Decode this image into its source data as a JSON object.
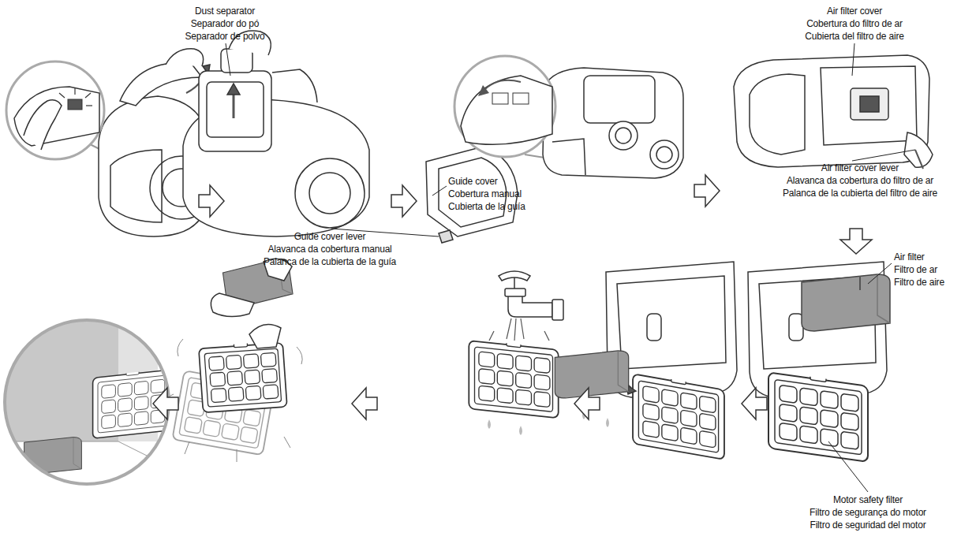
{
  "diagram": {
    "labels": [
      "Dust separator",
      "Separador do pó",
      "Separador de polvo",
      "Guide cover",
      "Cobertura manual",
      "Cubierta de la guía",
      "Guide cover lever",
      "Alavanca da cobertura manual",
      "Palanca de la cubierta de la guía",
      "Air filter cover",
      "Cobertura do filtro de ar",
      "Cubierta del filtro de aire",
      "Air filter cover lever",
      "Alavanca da cobertura do filtro de ar",
      "Palanca de la cubierta del filtro de aire",
      "Air filter",
      "Filtro de ar",
      "Filtro de aire",
      "Motor safety filter",
      "Filtro de segurança do motor",
      "Filtro de seguridad del motor"
    ]
  }
}
